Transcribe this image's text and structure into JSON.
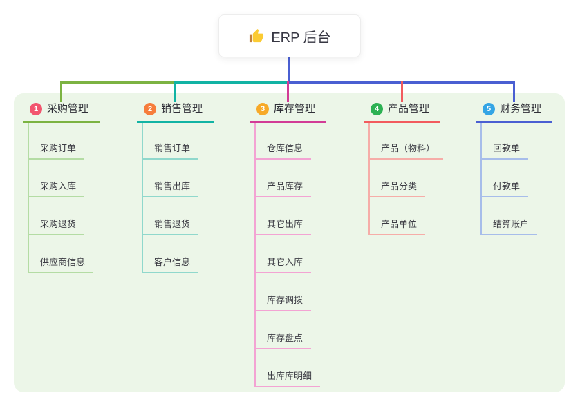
{
  "root": {
    "label": "ERP 后台",
    "icon": "thumbs-up-icon"
  },
  "colors": {
    "trunk": "#4A5FD2",
    "panel_bg": "#ECF6E8",
    "root_bg": "#FFFFFF",
    "header_text": "#303038",
    "leaf_text": "#3C3C44",
    "emoji_hand": "#FBCB33",
    "emoji_cuff": "#C4813C"
  },
  "branches": [
    {
      "badge": "1",
      "label": "采购管理",
      "badge_color": "#F2556E",
      "line_color": "#7CB342",
      "leaf_color": "#B4DCA4",
      "children": [
        "采购订单",
        "采购入库",
        "采购退货",
        "供应商信息"
      ]
    },
    {
      "badge": "2",
      "label": "销售管理",
      "badge_color": "#F67D3C",
      "line_color": "#12B3A4",
      "leaf_color": "#90D8CC",
      "children": [
        "销售订单",
        "销售出库",
        "销售退货",
        "客户信息"
      ]
    },
    {
      "badge": "3",
      "label": "库存管理",
      "badge_color": "#F7A928",
      "line_color": "#D23C96",
      "leaf_color": "#F3A3D3",
      "children": [
        "仓库信息",
        "产品库存",
        "其它出库",
        "其它入库",
        "库存调拨",
        "库存盘点",
        "出库库明细"
      ]
    },
    {
      "badge": "4",
      "label": "产品管理",
      "badge_color": "#2DB153",
      "line_color": "#F25B5E",
      "leaf_color": "#F6ADA8",
      "children": [
        "产品（物料）",
        "产品分类",
        "产品单位"
      ]
    },
    {
      "badge": "5",
      "label": "财务管理",
      "badge_color": "#34A5E5",
      "line_color": "#4A5FD2",
      "leaf_color": "#A7BDEA",
      "children": [
        "回款单",
        "付款单",
        "结算账户"
      ]
    }
  ]
}
